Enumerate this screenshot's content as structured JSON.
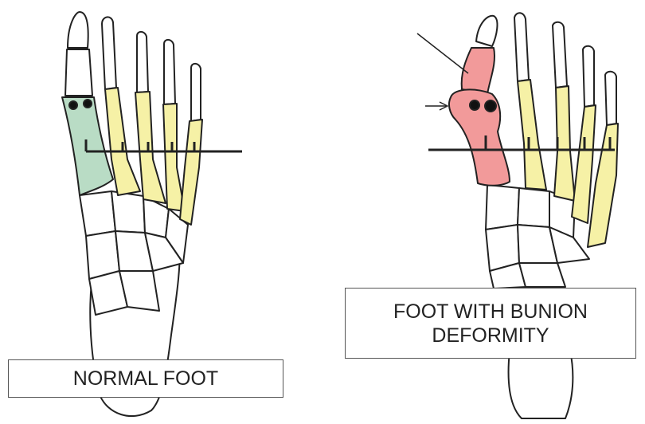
{
  "labels": {
    "normal": "NORMAL FOOT",
    "bunion_line1": "FOOT WITH BUNION",
    "bunion_line2": "DEFORMITY"
  },
  "colors": {
    "normal_metatarsal": "#b9dcc5",
    "bunion_bones": "#f29a9a",
    "lesser_metatarsals": "#f6f1a6",
    "bone_outline": "#222222"
  }
}
